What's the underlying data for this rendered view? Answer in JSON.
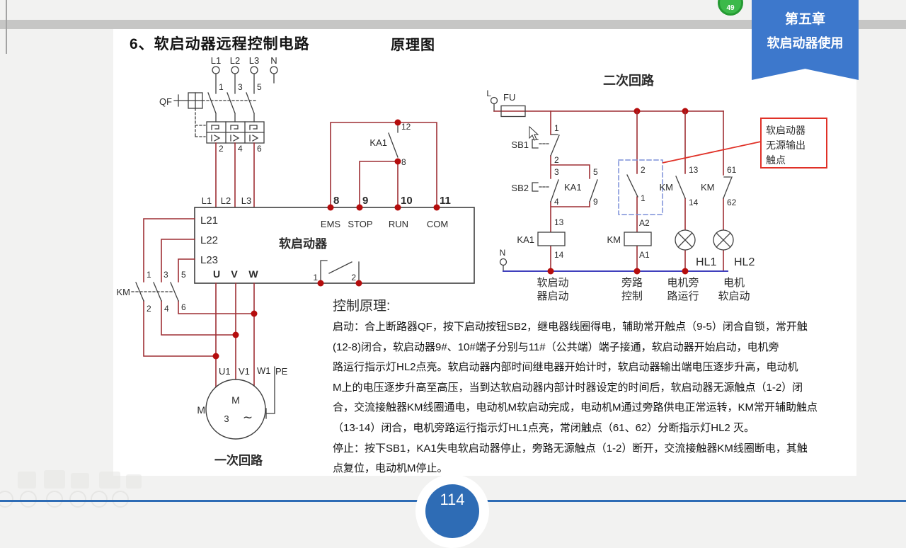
{
  "header": {
    "title": "6、软启动器远程控制电路",
    "subtitle": "原理图"
  },
  "ribbon": {
    "line1": "第五章",
    "line2": "软启动器使用"
  },
  "chrome": {
    "counter_badge": "49",
    "page_number": "114"
  },
  "colors": {
    "ribbon_blue": "#3d78cc",
    "badge_blue": "#2e6cb5",
    "wire_red": "#9e2f34",
    "dot_red": "#b50d0d",
    "callout_red": "#e03127",
    "bus_blue": "#4040bd",
    "green_badge": "#3cb94a"
  },
  "primary": {
    "caption": "一次回路",
    "ph_l1": "L1",
    "ph_l2": "L2",
    "ph_l3": "L3",
    "ph_n": "N",
    "n1": "1",
    "n3": "3",
    "n5": "5",
    "qf": "QF",
    "n2": "2",
    "n4": "4",
    "n6": "6",
    "t12": "12",
    "ka1": "KA1",
    "t8j": "8",
    "bx_l1": "L1",
    "bx_l2": "L2",
    "bx_l3": "L3",
    "t8": "8",
    "t9": "9",
    "t10": "10",
    "t11": "11",
    "ems": "EMS",
    "stop": "STOP",
    "run": "RUN",
    "com": "COM",
    "l21": "L21",
    "l22": "L22",
    "l23": "L23",
    "device": "软启动器",
    "u": "U",
    "v": "V",
    "w": "W",
    "c1": "1",
    "c2": "2",
    "km": "KM",
    "km1": "1",
    "km3": "3",
    "km5": "5",
    "km2": "2",
    "km4": "4",
    "km6": "6",
    "u1": "U1",
    "v1": "V1",
    "w1": "W1",
    "pe": "PE",
    "m_out": "M",
    "m_in": "M",
    "m3": "3",
    "m_tilde": "∼"
  },
  "secondary": {
    "title": "二次回路",
    "l": "L",
    "fu": "FU",
    "n": "N",
    "t1": "1",
    "sb1": "SB1",
    "t2": "2",
    "t3": "3",
    "sb2": "SB2",
    "t5": "5",
    "ka1c": "KA1",
    "t4": "4",
    "t9": "9",
    "t13": "13",
    "ka1": "KA1",
    "t14": "14",
    "b2": "2",
    "b1": "1",
    "a2": "A2",
    "km_coil": "KM",
    "a1": "A1",
    "k13": "13",
    "kmc1": "KM",
    "k14": "14",
    "k61": "61",
    "kmc2": "KM",
    "k62": "62",
    "hl1": "HL1",
    "hl2": "HL2",
    "cap1a": "软启动",
    "cap1b": "器启动",
    "cap2a": "旁路",
    "cap2b": "控制",
    "cap3a": "电机旁",
    "cap3b": "路运行",
    "cap4a": "电机",
    "cap4b": "软启动",
    "callout1": "软启动器",
    "callout2": "无源输出",
    "callout3": "触点"
  },
  "principle": {
    "heading": "控制原理:",
    "lines": [
      "启动：合上断路器QF，按下启动按钮SB2，继电器线圈得电，辅助常开触点（9-5）闭合自锁，常开触",
      "(12-8)闭合，软启动器9#、10#端子分别与11#（公共端）端子接通，软启动器开始启动，电机旁",
      "路运行指示灯HL2点亮。软启动器内部时间继电器开始计时，软启动器输出端电压逐步升高，电动机",
      "M上的电压逐步升高至高压，当到达软启动器内部计时器设定的时间后，软启动器无源触点（1-2）闭",
      "合，交流接触器KM线圈通电，电动机M软启动完成，电动机M通过旁路供电正常运转，KM常开辅助触点",
      "（13-14）闭合，电机旁路运行指示灯HL1点亮，常闭触点（61、62）分断指示灯HL2 灭。",
      "停止：按下SB1，KA1失电软启动器停止，旁路无源触点（1-2）断开，交流接触器KM线圈断电，其触",
      "点复位，电动机M停止。"
    ]
  }
}
